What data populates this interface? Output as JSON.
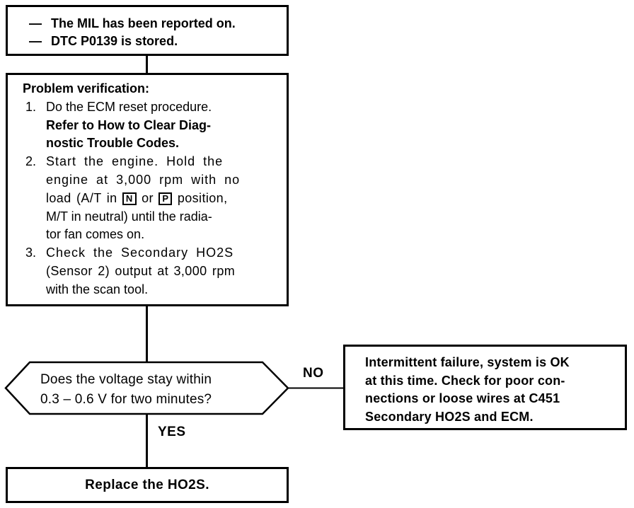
{
  "colors": {
    "ink": "#000000",
    "paper": "#ffffff"
  },
  "flowchart": {
    "start_box": {
      "dash": "—",
      "lines": [
        "The MIL has been reported on.",
        "DTC P0139 is stored."
      ]
    },
    "verification_box": {
      "heading": "Problem verification:",
      "step1": {
        "num": "1.",
        "line1": "Do the ECM reset procedure.",
        "bold_line1": "Refer to How to Clear Diag-",
        "bold_line2": "nostic Trouble Codes."
      },
      "step2": {
        "num": "2.",
        "line1": "Start the engine. Hold the",
        "line2": "engine at 3,000 rpm with no",
        "line3_pre": "load (A/T in",
        "n_key": "N",
        "line3_mid": "or",
        "p_key": "P",
        "line3_post": "position,",
        "line4": "M/T in neutral) until the radia-",
        "line5": "tor fan comes on."
      },
      "step3": {
        "num": "3.",
        "line1": "Check the Secondary HO2S",
        "line2": "(Sensor 2) output at 3,000 rpm",
        "line3": "with the scan tool."
      }
    },
    "decision": {
      "line1": "Does the voltage stay within",
      "line2": "0.3 – 0.6 V for two minutes?",
      "no_label": "NO",
      "yes_label": "YES"
    },
    "no_box": {
      "lines": [
        "Intermittent failure, system is OK",
        "at this time. Check for poor con-",
        "nections or loose wires at C451",
        "Secondary HO2S and ECM."
      ]
    },
    "yes_box": {
      "label": "Replace the HO2S."
    }
  }
}
